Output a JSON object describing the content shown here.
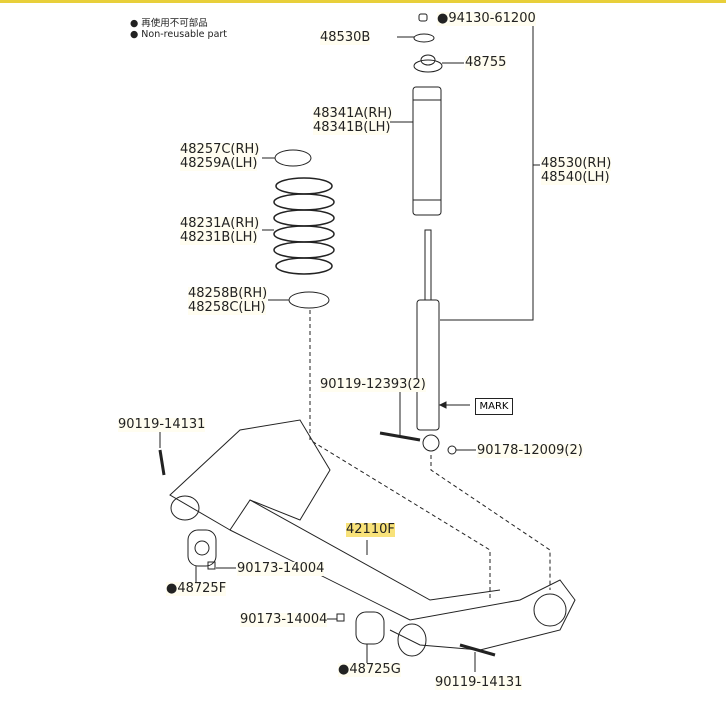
{
  "legend": {
    "jp": "● 再使用不可部品",
    "en": "● Non-reusable part"
  },
  "labels": {
    "nut_top": "●94130-61200",
    "washer": "48530B",
    "bumper": "48755",
    "boot_rh": "48341A(RH)",
    "boot_lh": "48341B(LH)",
    "upper_seat_rh": "48257C(RH)",
    "upper_seat_lh": "48259A(LH)",
    "spring_rh": "48231A(RH)",
    "spring_lh": "48231B(LH)",
    "lower_seat_rh": "48258B(RH)",
    "lower_seat_lh": "48258C(LH)",
    "absorber_rh": "48530(RH)",
    "absorber_lh": "48540(LH)",
    "bolt_upper": "90119-12393(2)",
    "mark": "MARK",
    "bolt_left": "90119-14131",
    "nut_absorber": "90178-12009(2)",
    "axle_beam": "42110F",
    "nut_left": "90173-14004",
    "bushing_left": "●48725F",
    "nut_right": "90173-14004",
    "bushing_right": "●48725G",
    "bolt_right": "90119-14131"
  }
}
